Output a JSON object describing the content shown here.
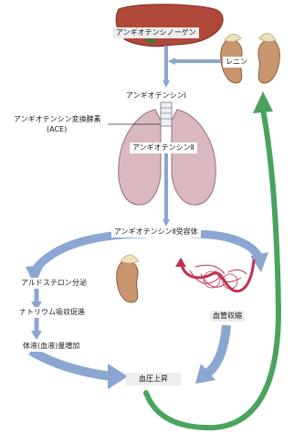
{
  "labels": {
    "angiotensinogen": "アンギオテンシノーゲン",
    "renin": "レニン",
    "angiotensin1": "アンギオテンシンⅠ",
    "ace_line1": "アンギオテンシン変換酵素",
    "ace_line2": "(ACE)",
    "angiotensin2": "アンギオテンシンⅡ",
    "receptor": "アンギオテンシンⅡ受容体",
    "aldosterone": "アルドステロン分泌",
    "sodium": "ナトリウム吸収促進",
    "fluid": "体液(血液)量増加",
    "vasoconstriction": "血管収縮",
    "bp_rise": "血圧上昇"
  },
  "colors": {
    "liver": "#b0483a",
    "kidney": "#c9956e",
    "adrenal": "#e9d9b3",
    "lung": "#d9b8bf",
    "arrow_blue": "#8aa6d1",
    "arrow_green": "#4aa35d",
    "vessel": "#c53050"
  }
}
